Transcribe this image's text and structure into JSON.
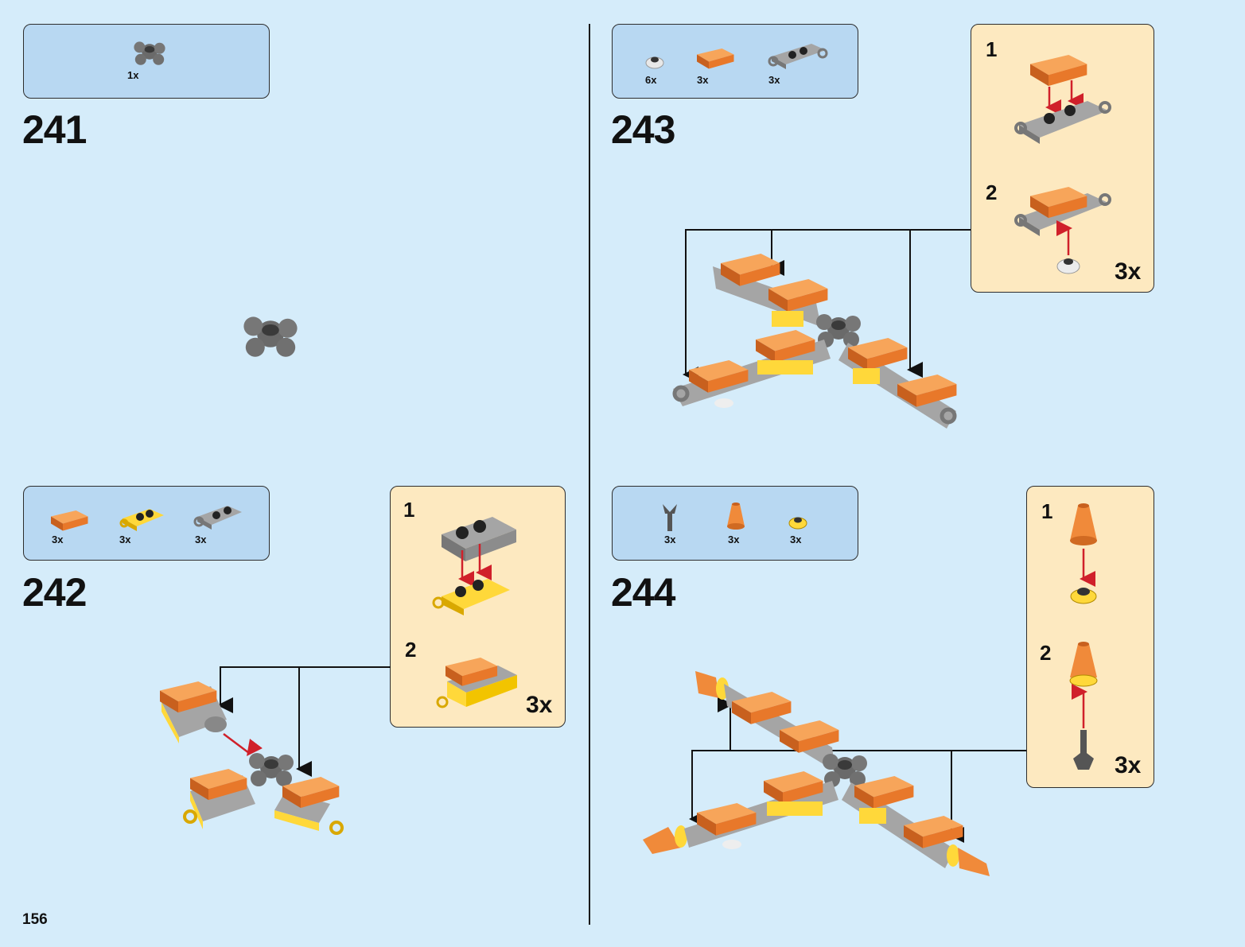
{
  "page_number": "156",
  "steps": [
    {
      "number": "241",
      "parts": [
        {
          "qty": "1x",
          "part": "gray-hub-4-bar-holder"
        }
      ]
    },
    {
      "number": "242",
      "parts": [
        {
          "qty": "3x",
          "part": "orange-tile-1x2"
        },
        {
          "qty": "3x",
          "part": "yellow-plate-clip"
        },
        {
          "qty": "3x",
          "part": "gray-plate-clip"
        }
      ],
      "substeps": [
        {
          "number": "1"
        },
        {
          "number": "2"
        }
      ],
      "multiplier": "3x"
    },
    {
      "number": "243",
      "parts": [
        {
          "qty": "6x",
          "part": "white-round-plate"
        },
        {
          "qty": "3x",
          "part": "orange-tile-1x2"
        },
        {
          "qty": "3x",
          "part": "gray-plate-clip"
        }
      ],
      "substeps": [
        {
          "number": "1"
        },
        {
          "number": "2"
        }
      ],
      "multiplier": "3x"
    },
    {
      "number": "244",
      "parts": [
        {
          "qty": "3x",
          "part": "dark-gray-bar-with-clip"
        },
        {
          "qty": "3x",
          "part": "orange-cone-1x1"
        },
        {
          "qty": "3x",
          "part": "yellow-round-plate"
        }
      ],
      "substeps": [
        {
          "number": "1"
        },
        {
          "number": "2"
        }
      ],
      "multiplier": "3x"
    }
  ],
  "colors": {
    "background": "#d5ecfa",
    "parts_box": "#b8d8f2",
    "substep_box": "#fde9c0",
    "arrow_red": "#d0202a"
  }
}
